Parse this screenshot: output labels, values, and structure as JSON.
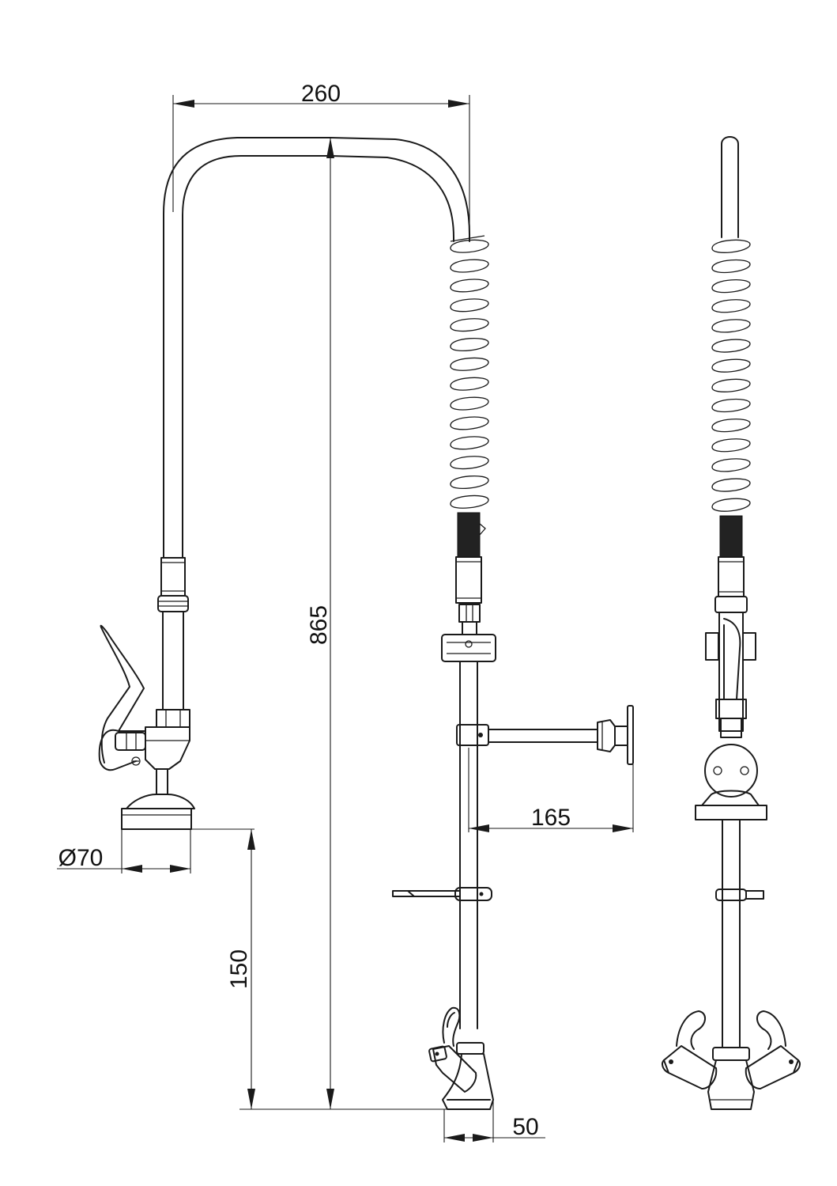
{
  "dimensions": {
    "width_top": "260",
    "height_total": "865",
    "bracket_offset": "165",
    "base_diameter": "Ø70",
    "spray_height": "150",
    "base_width": "50"
  }
}
